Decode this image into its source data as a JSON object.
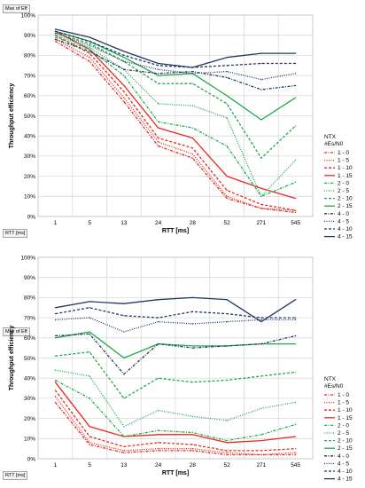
{
  "colors": {
    "red": "#e8281e",
    "green": "#1faa4a",
    "navy": "#1f3864",
    "grid": "#d9d9d9"
  },
  "chart_data": [
    {
      "type": "line",
      "field_button_top": "Max of Eff",
      "field_button_bottom": "RTT [ms]",
      "legend_title_1": "NTX",
      "legend_title_2": "#Es/N0",
      "xlabel": "RTT [ms]",
      "ylabel": "Throughput efficiency",
      "categories": [
        "1",
        "5",
        "13",
        "24",
        "28",
        "52",
        "271",
        "545"
      ],
      "yticks": [
        "0%",
        "10%",
        "20%",
        "30%",
        "40%",
        "50%",
        "60%",
        "70%",
        "80%",
        "90%",
        "100%"
      ],
      "ylim": [
        0,
        100
      ],
      "grid": true,
      "legend_position": "right",
      "series": [
        {
          "name": "1 - 0",
          "color": "red",
          "dash": "dashdot",
          "values": [
            87,
            77,
            57,
            35,
            29,
            9,
            4,
            2
          ]
        },
        {
          "name": "1 - 5",
          "color": "red",
          "dash": "dot",
          "values": [
            88,
            79,
            59,
            37,
            31,
            10,
            4,
            3
          ]
        },
        {
          "name": "1 - 10",
          "color": "red",
          "dash": "dash",
          "values": [
            90,
            81,
            62,
            39,
            34,
            13,
            6,
            3
          ]
        },
        {
          "name": "1 - 15",
          "color": "red",
          "dash": "solid",
          "values": [
            92,
            83,
            65,
            44,
            39,
            20,
            14,
            9
          ]
        },
        {
          "name": "2 - 0",
          "color": "green",
          "dash": "dashdot",
          "values": [
            89,
            83,
            70,
            47,
            44,
            35,
            10,
            17
          ]
        },
        {
          "name": "2 - 5",
          "color": "green",
          "dash": "dot",
          "values": [
            90,
            84,
            73,
            56,
            55,
            49,
            10,
            28
          ]
        },
        {
          "name": "2 - 10",
          "color": "green",
          "dash": "dash",
          "values": [
            91,
            86,
            77,
            66,
            66,
            56,
            29,
            45
          ]
        },
        {
          "name": "2 - 15",
          "color": "green",
          "dash": "solid",
          "values": [
            92,
            87,
            79,
            70,
            71,
            60,
            48,
            59
          ]
        },
        {
          "name": "4 - 0",
          "color": "navy",
          "dash": "dashdot",
          "values": [
            88,
            82,
            73,
            71,
            72,
            69,
            63,
            65
          ]
        },
        {
          "name": "4 - 5",
          "color": "navy",
          "dash": "dot",
          "values": [
            91,
            85,
            77,
            73,
            71,
            72,
            68,
            71
          ]
        },
        {
          "name": "4 - 10",
          "color": "navy",
          "dash": "dash",
          "values": [
            92,
            87,
            80,
            75,
            74,
            75,
            76,
            76
          ]
        },
        {
          "name": "4 - 15",
          "color": "navy",
          "dash": "solid",
          "values": [
            93,
            89,
            82,
            76,
            74,
            79,
            81,
            81
          ]
        }
      ]
    },
    {
      "type": "line",
      "field_button_top": "Max of Eff",
      "field_button_bottom": "RTT [ms]",
      "legend_title_1": "NTX",
      "legend_title_2": "#Es/N0",
      "xlabel": "RTT [ms]",
      "ylabel": "Throughput efficiency",
      "categories": [
        "1",
        "5",
        "13",
        "24",
        "28",
        "52",
        "271",
        "545"
      ],
      "yticks": [
        "0%",
        "10%",
        "20%",
        "30%",
        "40%",
        "50%",
        "60%",
        "70%",
        "80%",
        "90%",
        "100%"
      ],
      "ylim": [
        0,
        100
      ],
      "grid": true,
      "legend_position": "right",
      "series": [
        {
          "name": "1 - 0",
          "color": "red",
          "dash": "dashdot",
          "values": [
            28,
            7,
            3,
            4,
            4,
            2,
            2,
            2
          ]
        },
        {
          "name": "1 - 5",
          "color": "red",
          "dash": "dot",
          "values": [
            31,
            8,
            4,
            5,
            5,
            3,
            2,
            3
          ]
        },
        {
          "name": "1 - 10",
          "color": "red",
          "dash": "dash",
          "values": [
            34,
            11,
            6,
            8,
            7,
            4,
            4,
            5
          ]
        },
        {
          "name": "1 - 15",
          "color": "red",
          "dash": "solid",
          "values": [
            38,
            16,
            11,
            12,
            12,
            8,
            9,
            11
          ]
        },
        {
          "name": "2 - 0",
          "color": "green",
          "dash": "dashdot",
          "values": [
            39,
            30,
            11,
            14,
            13,
            9,
            12,
            17
          ]
        },
        {
          "name": "2 - 5",
          "color": "green",
          "dash": "dot",
          "values": [
            44,
            41,
            16,
            24,
            21,
            19,
            25,
            28
          ]
        },
        {
          "name": "2 - 10",
          "color": "green",
          "dash": "dash",
          "values": [
            51,
            53,
            30,
            40,
            38,
            39,
            41,
            43
          ]
        },
        {
          "name": "2 - 15",
          "color": "green",
          "dash": "solid",
          "values": [
            60,
            63,
            50,
            57,
            56,
            56,
            57,
            57
          ]
        },
        {
          "name": "4 - 0",
          "color": "navy",
          "dash": "dashdot",
          "values": [
            61,
            62,
            42,
            57,
            55,
            56,
            57,
            61
          ]
        },
        {
          "name": "4 - 5",
          "color": "navy",
          "dash": "dot",
          "values": [
            69,
            70,
            63,
            68,
            67,
            68,
            69,
            69
          ]
        },
        {
          "name": "4 - 10",
          "color": "navy",
          "dash": "dash",
          "values": [
            72,
            75,
            71,
            70,
            73,
            72,
            70,
            70
          ]
        },
        {
          "name": "4 - 15",
          "color": "navy",
          "dash": "solid",
          "values": [
            75,
            78,
            77,
            79,
            80,
            79,
            68,
            79
          ]
        }
      ]
    }
  ]
}
